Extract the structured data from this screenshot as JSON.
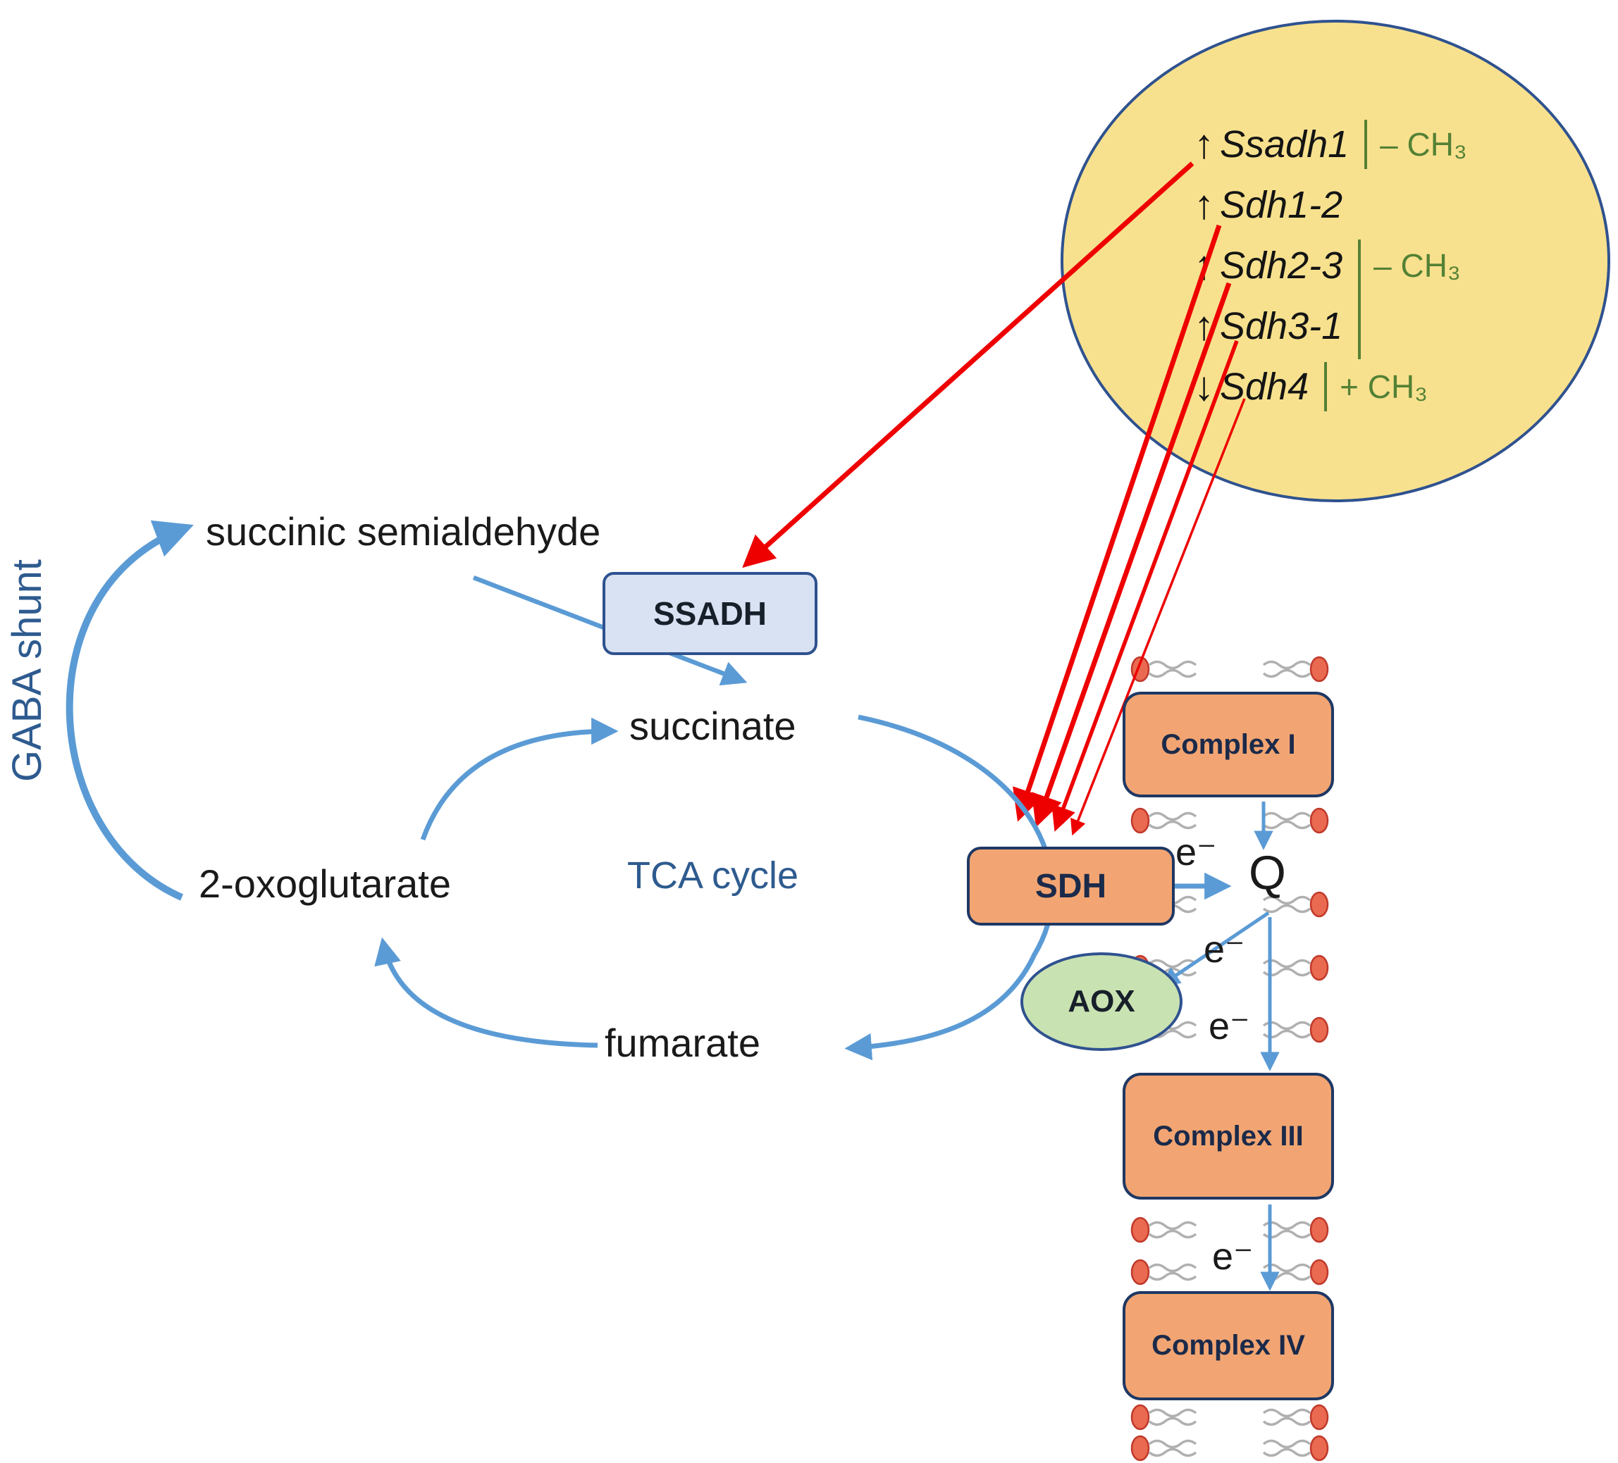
{
  "gene_panel": {
    "genes": [
      {
        "arrow": "↑",
        "name": "Ssadh1",
        "methyl": "– CH₃"
      },
      {
        "arrow": "↑",
        "name": "Sdh1-2",
        "methyl": ""
      },
      {
        "arrow": "↑",
        "name": "Sdh2-3",
        "methyl": "– CH₃"
      },
      {
        "arrow": "↑",
        "name": "Sdh3-1",
        "methyl": ""
      },
      {
        "arrow": "↓",
        "name": "Sdh4",
        "methyl": "+ CH₃"
      }
    ]
  },
  "pathway": {
    "gaba_shunt_label": "GABA shunt",
    "succinic_semialdehyde": "succinic semialdehyde",
    "ssadh_enzyme": "SSADH",
    "succinate": "succinate",
    "tca_cycle_label": "TCA cycle",
    "oxoglutarate": "2-oxoglutarate",
    "fumarate": "fumarate"
  },
  "electron_chain": {
    "complex1": "Complex I",
    "sdh": "SDH",
    "aox": "AOX",
    "complex3": "Complex III",
    "complex4": "Complex IV",
    "quinone": "Q",
    "electron": "e⁻"
  },
  "colors": {
    "panel_yellow": "#F8E18E",
    "panel_border_blue": "#2F528F",
    "arrow_red": "#EE0000",
    "arrow_blue": "#5B9BD5",
    "label_blue": "#2E5B8F",
    "methyl_green": "#538135",
    "complex_orange": "#F2A572",
    "ssadh_fill": "#D9E2F3",
    "aox_green": "#C9E2B2",
    "lipid_head_red": "#E96A50"
  }
}
